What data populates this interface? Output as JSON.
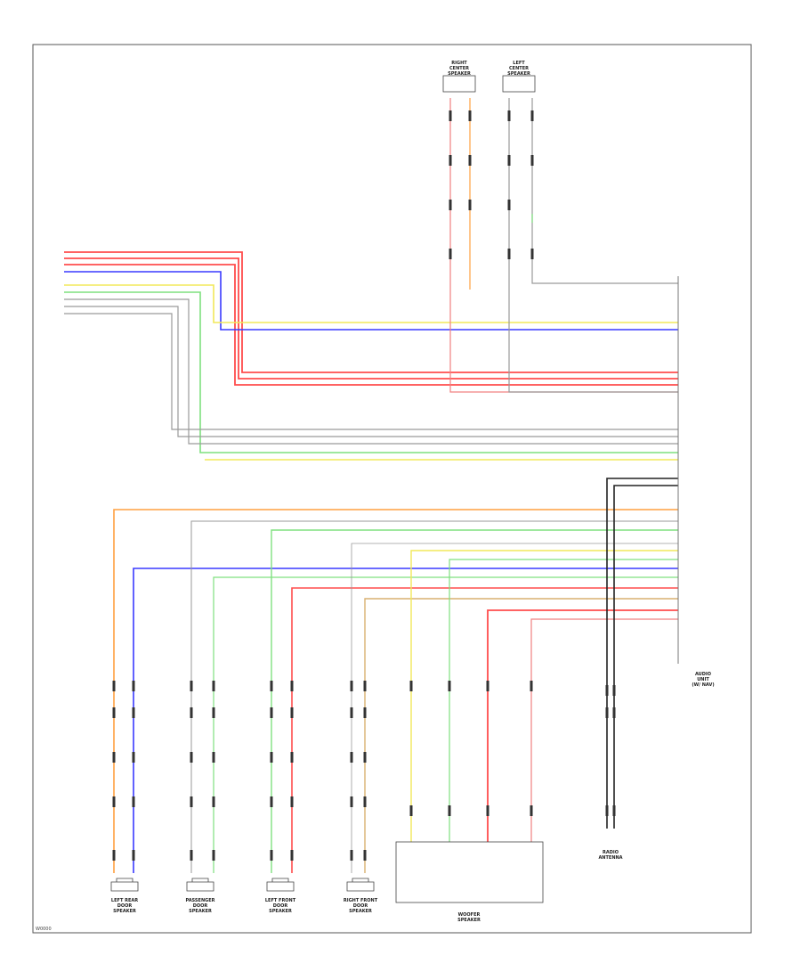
{
  "diagram": {
    "figure_code": "W0000",
    "components": {
      "front_top_left": "RIGHT\nCENTER\nSPEAKER",
      "front_top_right": "LEFT\nCENTER\nSPEAKER",
      "module": "AUDIO\nUNIT",
      "module_sub": "(W/ NAV)",
      "speaker_1": "LEFT REAR\nDOOR\nSPEAKER",
      "speaker_2": "PASSENGER\nDOOR\nSPEAKER",
      "speaker_3": "LEFT FRONT\nDOOR\nSPEAKER",
      "speaker_4": "RIGHT FRONT\nDOOR\nSPEAKER",
      "subwoofer": "WOOFER\nSPEAKER",
      "antenna": "RADIO\nANTENNA"
    },
    "wire_colors": {
      "red": "#ff4d4d",
      "blue": "#3a3aff",
      "yellow": "#f2e85a",
      "green": "#7fe07f",
      "gray": "#9a9a9a",
      "orange": "#ffa040",
      "tan": "#d8b070",
      "pink": "#f08080",
      "black": "#222222"
    }
  }
}
